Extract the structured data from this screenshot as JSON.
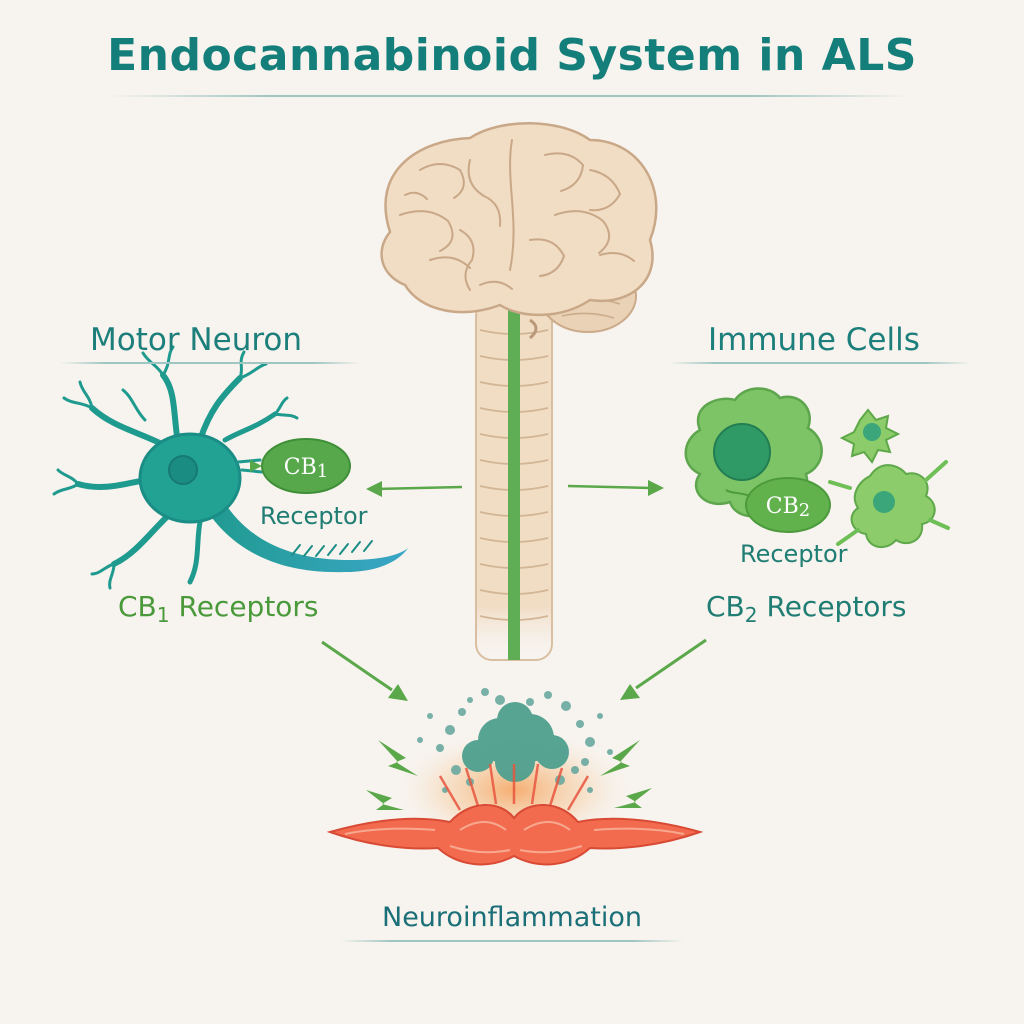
{
  "title": "Endocannabinoid System in ALS",
  "left": {
    "heading": "Motor Neuron",
    "badge": {
      "base": "CB",
      "sub": "1"
    },
    "badge_caption": "Receptor",
    "group": {
      "base": "CB",
      "sub": "1",
      "rest": " Receptors"
    }
  },
  "right": {
    "heading": "Immune Cells",
    "badge": {
      "base": "CB",
      "sub": "2"
    },
    "badge_caption": "Receptor",
    "group": {
      "base": "CB",
      "sub": "2",
      "rest": " Receptors"
    }
  },
  "bottom": {
    "label": "Neuroinflammation"
  },
  "colors": {
    "teal": "#1d8a86",
    "green": "#5aa84a",
    "inflammation": "#e8553e",
    "brain": "#f1dcc4"
  }
}
